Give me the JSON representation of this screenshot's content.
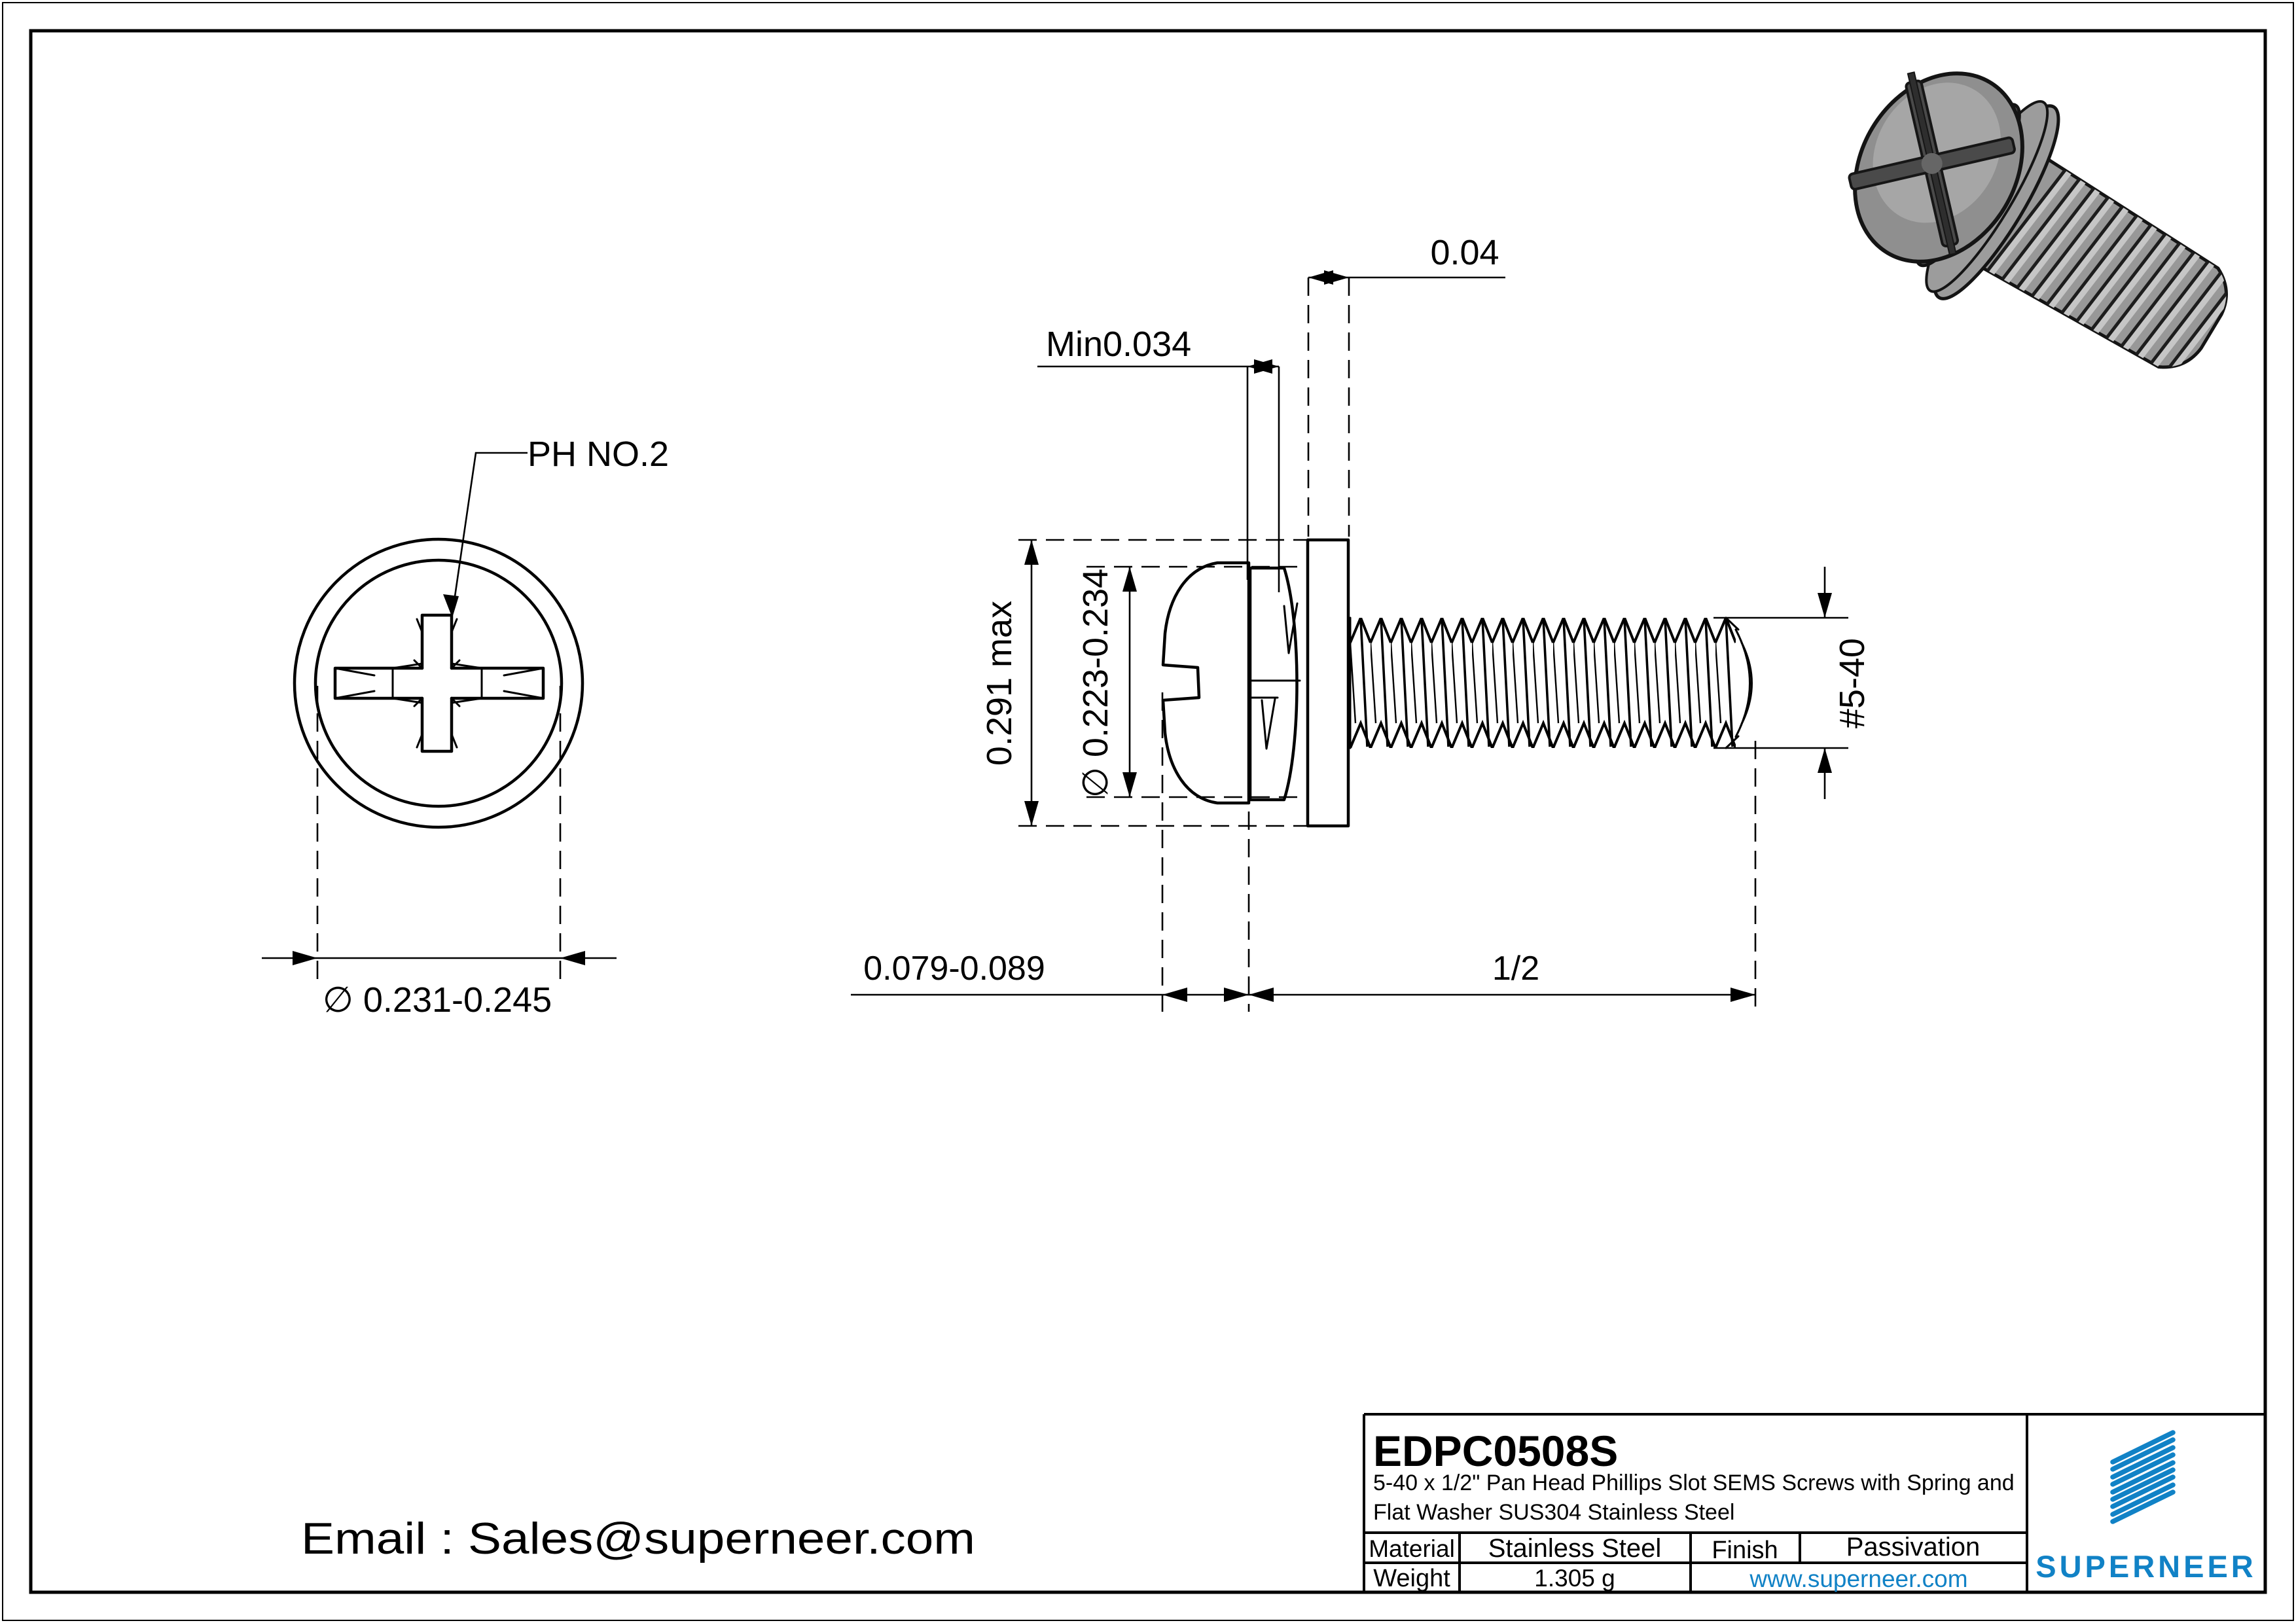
{
  "front_view": {
    "drive_label": "PH NO.2",
    "head_diameter_dim": "∅ 0.231-0.245"
  },
  "side_view": {
    "flat_washer_thickness_dim": "0.04",
    "spring_washer_min_dim": "Min0.034",
    "washer_od_dim": "0.291 max",
    "head_od_dim": "∅ 0.223-0.234",
    "thread_spec_dim": "#5-40",
    "head_height_dim": "0.079-0.089",
    "thread_length_dim": "1/2"
  },
  "footer": {
    "email": "Email : Sales@superneer.com"
  },
  "title_block": {
    "part_number": "EDPC0508S",
    "description_line1": "5-40 x 1/2\" Pan Head Phillips Slot SEMS Screws with Spring and",
    "description_line2": "Flat Washer SUS304 Stainless Steel",
    "material_label": "Material",
    "material_value": "Stainless Steel",
    "finish_label": "Finish",
    "finish_value": "Passivation",
    "weight_label": "Weight",
    "weight_value": "1.305 g",
    "website": "www.superneer.com",
    "brand": "SUPERNEER",
    "logo_icon": "diagonal-stripes-icon"
  },
  "colors": {
    "brand_blue": "#1182c6",
    "line_black": "#000000",
    "metal_gray": "#919191"
  }
}
